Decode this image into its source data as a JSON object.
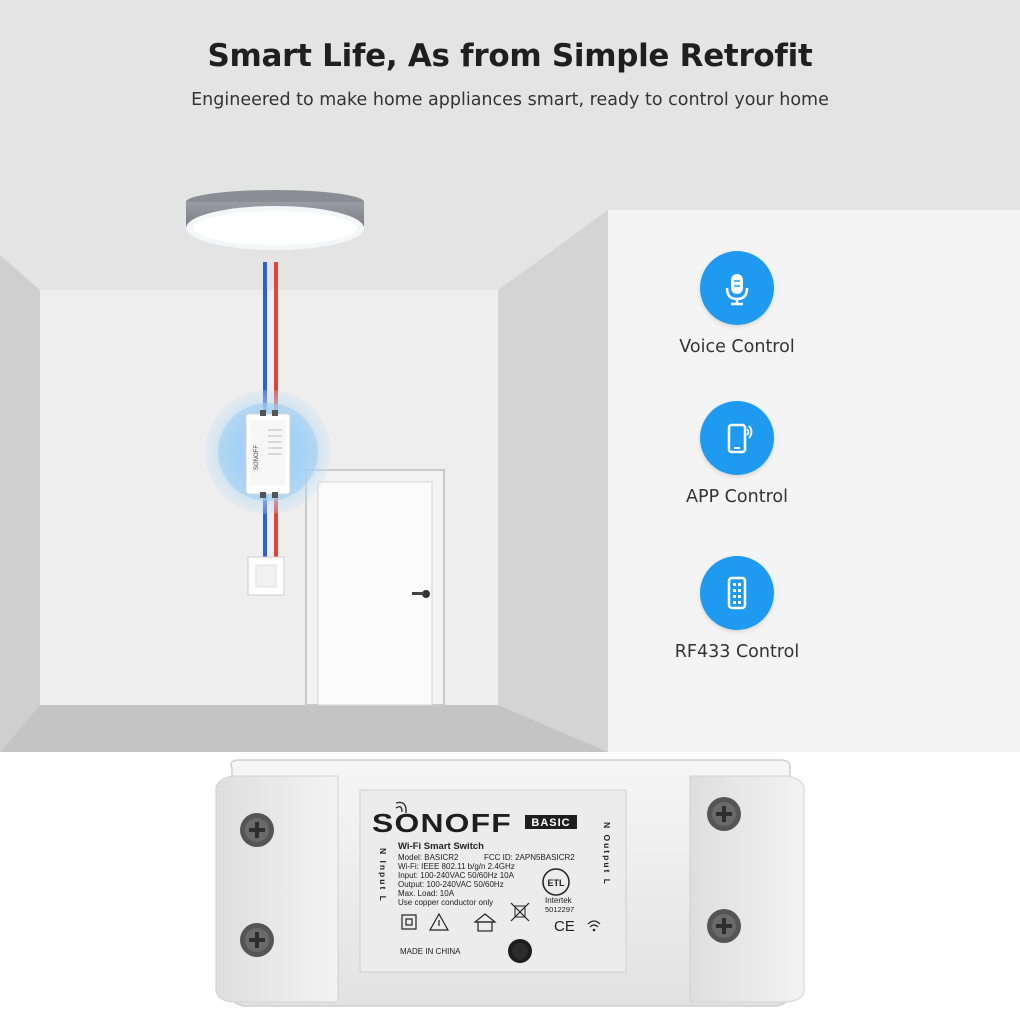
{
  "header": {
    "title": "Smart Life, As from Simple Retrofit",
    "subtitle": "Engineered to make home appliances smart, ready to control your home"
  },
  "features": [
    {
      "label": "Voice Control",
      "icon": "microphone-icon"
    },
    {
      "label": "APP Control",
      "icon": "smartphone-icon"
    },
    {
      "label": "RF433 Control",
      "icon": "remote-icon"
    }
  ],
  "colors": {
    "accent": "#1e9bf0",
    "wire_blue": "#2f5fd0",
    "wire_red": "#e0453a"
  },
  "device": {
    "brand": "SONOFF",
    "badge": "BASIC",
    "product": "Wi-Fi Smart Switch",
    "model": "Model: BASICR2",
    "fcc": "FCC ID: 2APN5BASICR2",
    "wifi": "Wi-Fi: IEEE 802.11 b/g/n 2.4GHz",
    "input": "Input: 100-240VAC 50/60Hz 10A",
    "output": "Output: 100-240VAC 50/60Hz",
    "max_load": "Max. Load: 10A",
    "conductor": "Use copper conductor only",
    "origin": "MADE IN CHINA",
    "cert_brand": "Intertek",
    "cert_no": "5012297",
    "etl": "ETL",
    "ce": "CE",
    "input_port": "N Input L",
    "output_port": "N Output L",
    "mini_brand": "SONOFF"
  }
}
